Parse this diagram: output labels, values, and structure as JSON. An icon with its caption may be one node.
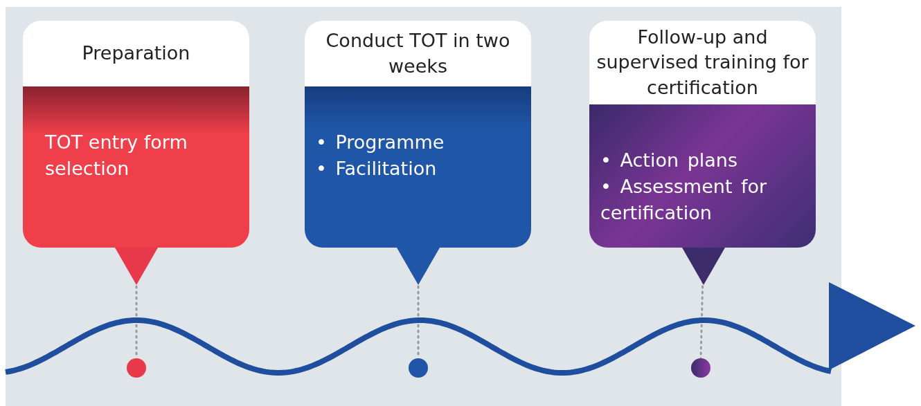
{
  "diagram": {
    "nodes": [
      {
        "text": [
          "Preparation",
          "TOT entry form selection"
        ]
      },
      {
        "text": [
          "Conduct TOT in two weeks",
          "• Programme",
          "• Facilitation"
        ]
      },
      {
        "text": [
          "Follow-up and supervised training for certification",
          "• Action plans",
          "• Assessment for certification"
        ]
      },
      {
        "text": [],
        "shape": "circle"
      },
      {
        "text": [],
        "shape": "circle"
      },
      {
        "text": [],
        "shape": "circle"
      }
    ],
    "edges": [
      {
        "from": 0,
        "to": 3,
        "arrow": "none",
        "style": "dashed"
      },
      {
        "from": 1,
        "to": 4,
        "arrow": "none",
        "style": "dashed"
      },
      {
        "from": 2,
        "to": 5,
        "arrow": "none",
        "style": "dashed"
      }
    ]
  }
}
